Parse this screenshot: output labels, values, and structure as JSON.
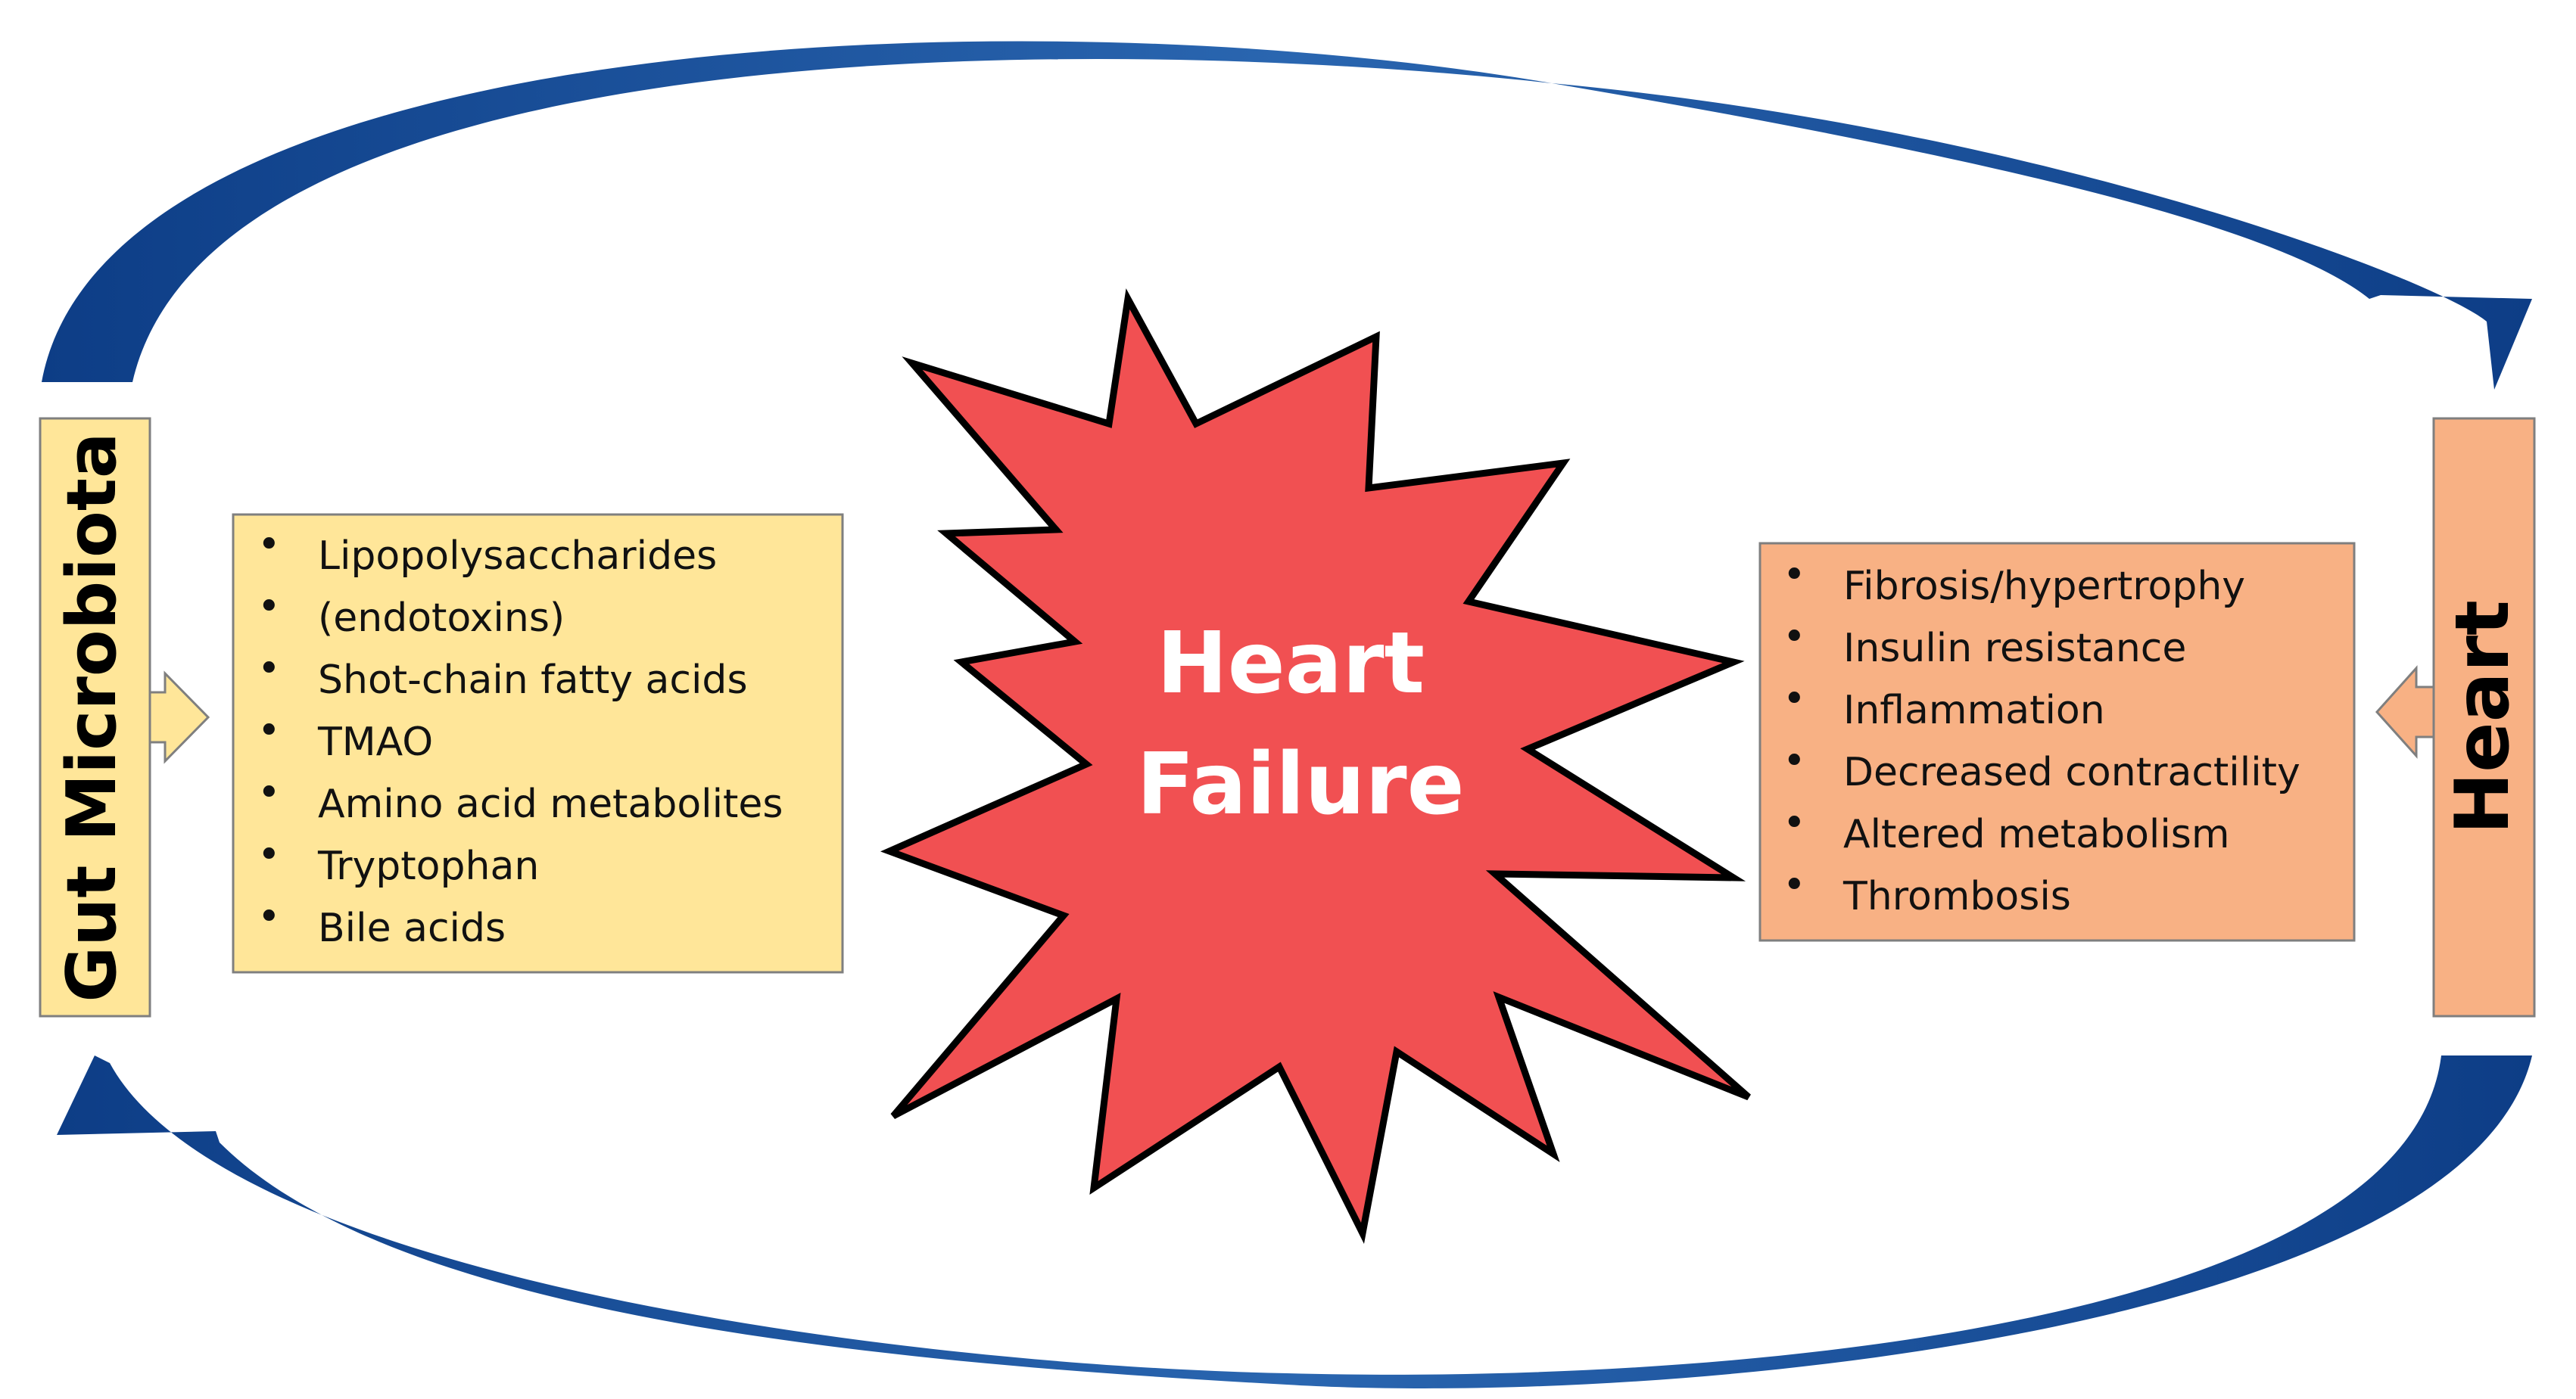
{
  "colors": {
    "arrow_blue": "#1b4f96",
    "gut_fill": "#ffe699",
    "heart_fill": "#f8b184",
    "burst_fill": "#f15052",
    "burst_stroke": "#000000",
    "box_border": "#7f7f7f"
  },
  "left_panel": {
    "title": "Gut Microbiota",
    "items": [
      "Lipopolysaccharides",
      "(endotoxins)",
      "Shot-chain fatty acids",
      "TMAO",
      "Amino acid metabolites",
      "Tryptophan",
      "Bile acids"
    ]
  },
  "right_panel": {
    "title": "Heart",
    "items": [
      "Fibrosis/hypertrophy",
      "Insulin resistance",
      "Inflammation",
      "Decreased contractility",
      "Altered metabolism",
      "Thrombosis"
    ]
  },
  "center": {
    "line1": "Heart",
    "line2": "Failure"
  },
  "bullet": "•",
  "icons": {
    "top_arrow": "curved-arrow-right-icon",
    "bottom_arrow": "curved-arrow-left-icon",
    "left_pointer": "arrow-right-icon",
    "right_pointer": "arrow-left-icon"
  }
}
